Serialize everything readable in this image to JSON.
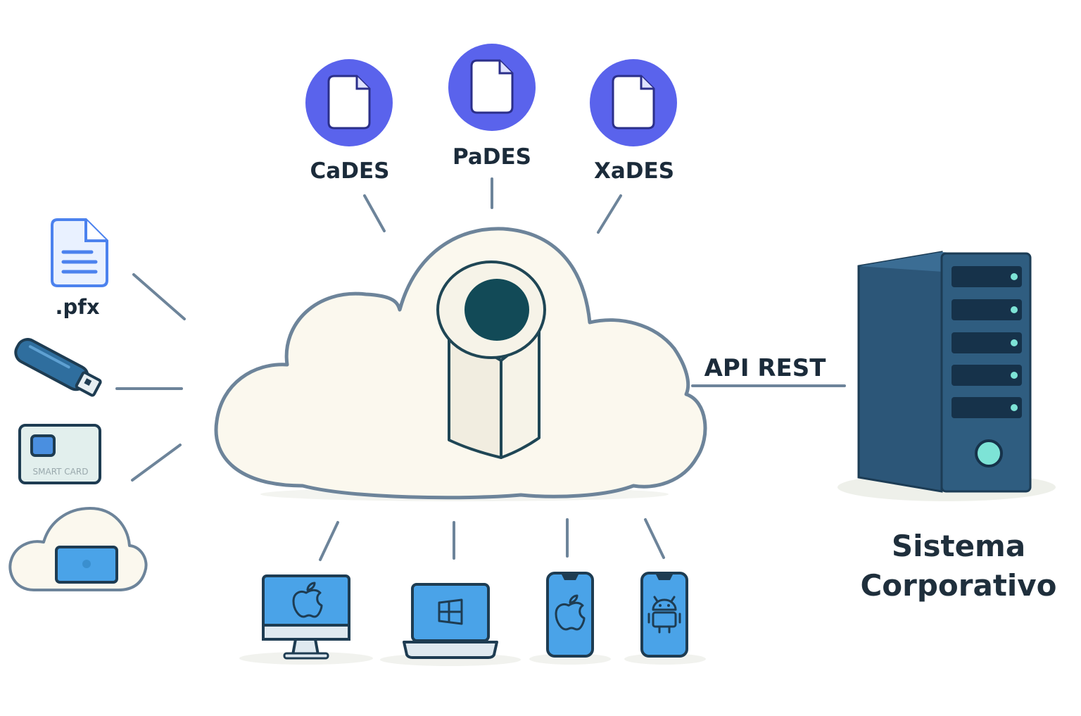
{
  "formats": [
    {
      "label": "CaDES"
    },
    {
      "label": "PaDES"
    },
    {
      "label": "XaDES"
    }
  ],
  "sources": {
    "pfx_label": ".pfx",
    "smart_card_label": "SMART CARD"
  },
  "api_label": "API REST",
  "server": {
    "line1": "Sistema",
    "line2": "Corporativo"
  },
  "colors": {
    "format_circle": "#5a63ec",
    "cloud_fill": "#fbf8ee",
    "cloud_stroke": "#6d849a",
    "device_screen": "#4aa3e8",
    "server_body": "#2f5d80",
    "server_led": "#7de3d6"
  },
  "icons": [
    "document-icon",
    "file-pfx-icon",
    "usb-token-icon",
    "smart-card-icon",
    "cloud-hsm-icon",
    "paper-roll-icon",
    "server-icon",
    "apple-icon",
    "windows-icon",
    "android-icon"
  ]
}
